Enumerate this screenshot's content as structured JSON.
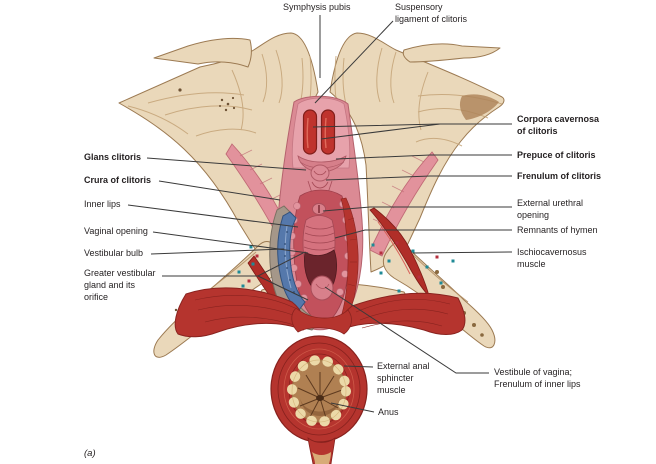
{
  "figure": {
    "type": "anatomical-diagram",
    "caption": "(a)",
    "labels": {
      "symphysis_pubis": "Symphysis pubis",
      "suspensory_ligament": "Suspensory\nligament of clitoris",
      "glans_clitoris": "Glans clitoris",
      "crura_of_clitoris": "Crura of clitoris",
      "inner_lips": "Inner lips",
      "vaginal_opening": "Vaginal opening",
      "vestibular_bulb": "Vestibular bulb",
      "greater_vestibular_gland": "Greater vestibular\ngland and its\norifice",
      "corpora_cavernosa": "Corpora cavernosa\nof clitoris",
      "prepuce_of_clitoris": "Prepuce of clitoris",
      "frenulum_of_clitoris": "Frenulum of clitoris",
      "external_urethral_opening": "External urethral\nopening",
      "remnants_of_hymen": "Remnants of hymen",
      "ischiocavernosus_muscle": "Ischiocavernosus\nmuscle",
      "vestibule_of_vagina": "Vestibule of vagina;\nFrenulum of inner lips",
      "external_anal_sphincter": "External anal\nsphincter\nmuscle",
      "anus": "Anus"
    },
    "colors": {
      "background": "#ffffff",
      "bone": "#ead8ba",
      "bone_edge": "#9c7a52",
      "bone_streak": "#c4a377",
      "tissue_pink": "#db8a94",
      "tissue_pink_light": "#e7a2ab",
      "corpora_red": "#bf332d",
      "muscle_red": "#b5342e",
      "muscle_red_dark": "#87211d",
      "vestibular_bulb_blue": "#5578ab",
      "gland_gray": "#a59789",
      "fat_cream": "#ecd9a8",
      "anus_brown": "#b08052",
      "dot_teal": "#1f8a96",
      "dot_crimson": "#b52f3e",
      "label_text": "#231f20",
      "leader_line": "#3a3a3a"
    }
  }
}
